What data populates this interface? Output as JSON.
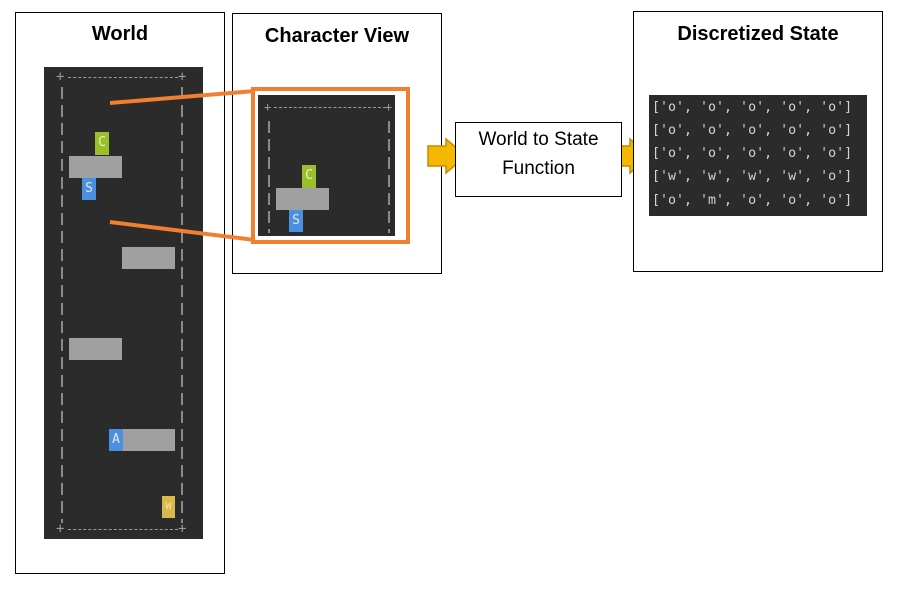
{
  "panels": {
    "world": {
      "title": "World"
    },
    "character_view": {
      "title": "Character View"
    },
    "discretized_state": {
      "title": "Discretized State"
    }
  },
  "function_box": {
    "line1": "World to State",
    "line2": "Function"
  },
  "glyphs": {
    "character": "C",
    "start": "S",
    "agent": "A",
    "goal": "W"
  },
  "state_grid": [
    "['o', 'o', 'o', 'o', 'o']",
    "['o', 'o', 'o', 'o', 'o']",
    "['o', 'o', 'o', 'o', 'o']",
    "['w', 'w', 'w', 'w', 'o']",
    "['o', 'm', 'o', 'o', 'o']"
  ],
  "colors": {
    "terminal_bg": "#2b2b2b",
    "platform": "#a0a0a0",
    "character": "#9bbf2a",
    "start": "#4a8fe0",
    "agent": "#4a8fe0",
    "goal": "#d9b94a",
    "highlight": "#f08030",
    "arrow": "#f5b800"
  }
}
